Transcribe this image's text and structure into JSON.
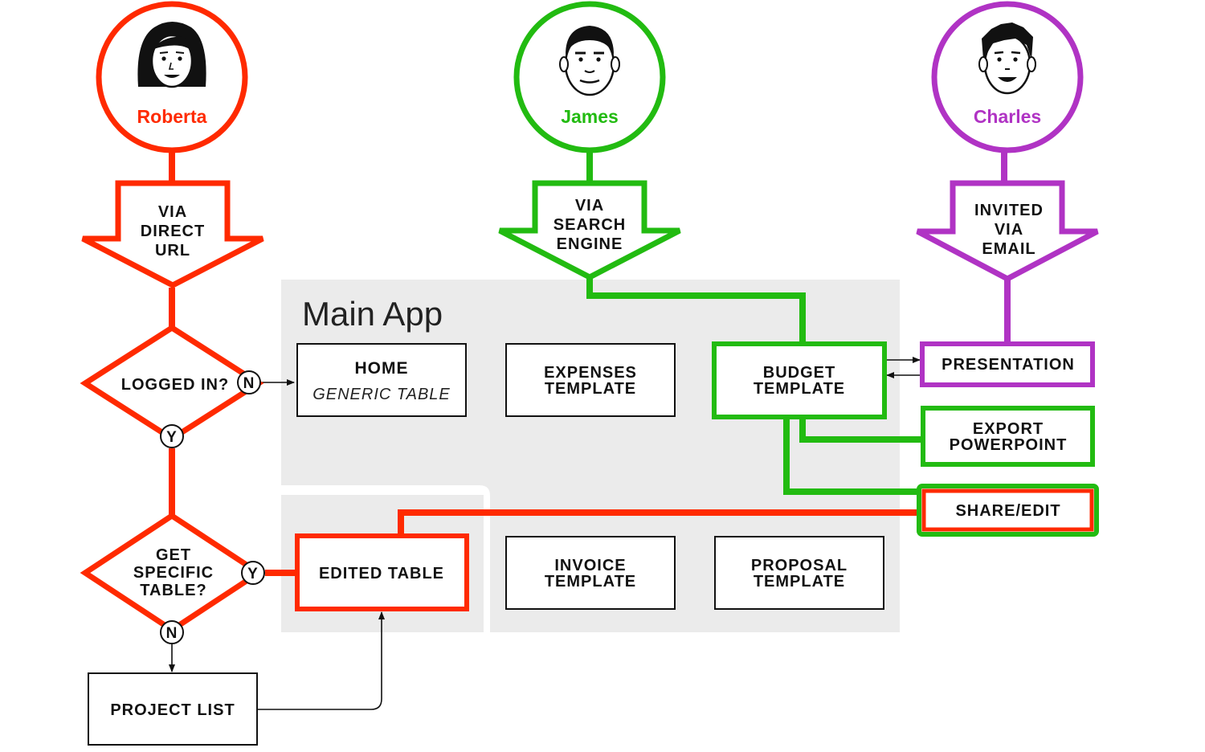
{
  "colors": {
    "red": "#ff2a00",
    "green": "#22bb11",
    "purple": "#b033c4",
    "panel": "#ebebeb",
    "ink": "#111111"
  },
  "personas": {
    "roberta": {
      "name": "Roberta",
      "icon": "woman-face-icon"
    },
    "james": {
      "name": "James",
      "icon": "man-face-icon"
    },
    "charles": {
      "name": "Charles",
      "icon": "young-man-face-icon"
    }
  },
  "entries": {
    "roberta": [
      "VIA",
      "DIRECT",
      "URL"
    ],
    "james": [
      "VIA",
      "SEARCH",
      "ENGINE"
    ],
    "charles": [
      "INVITED",
      "VIA",
      "EMAIL"
    ]
  },
  "decisions": {
    "logged_in": {
      "label": [
        "LOGGED IN?"
      ],
      "no": "N",
      "yes": "Y"
    },
    "specific": {
      "label": [
        "GET",
        "SPECIFIC",
        "TABLE?"
      ],
      "yes": "Y",
      "no": "N"
    }
  },
  "main_app": {
    "title": "Main App",
    "home": {
      "title": "HOME",
      "subtitle": "GENERIC TABLE"
    },
    "expenses": [
      "EXPENSES",
      "TEMPLATE"
    ],
    "budget": [
      "BUDGET",
      "TEMPLATE"
    ],
    "edited_table": [
      "EDITED TABLE"
    ],
    "invoice": [
      "INVOICE",
      "TEMPLATE"
    ],
    "proposal": [
      "PROPOSAL",
      "TEMPLATE"
    ]
  },
  "side_boxes": {
    "presentation": [
      "PRESENTATION"
    ],
    "export": [
      "EXPORT",
      "POWERPOINT"
    ],
    "share": [
      "SHARE/EDIT"
    ]
  },
  "project_list": [
    "PROJECT LIST"
  ]
}
